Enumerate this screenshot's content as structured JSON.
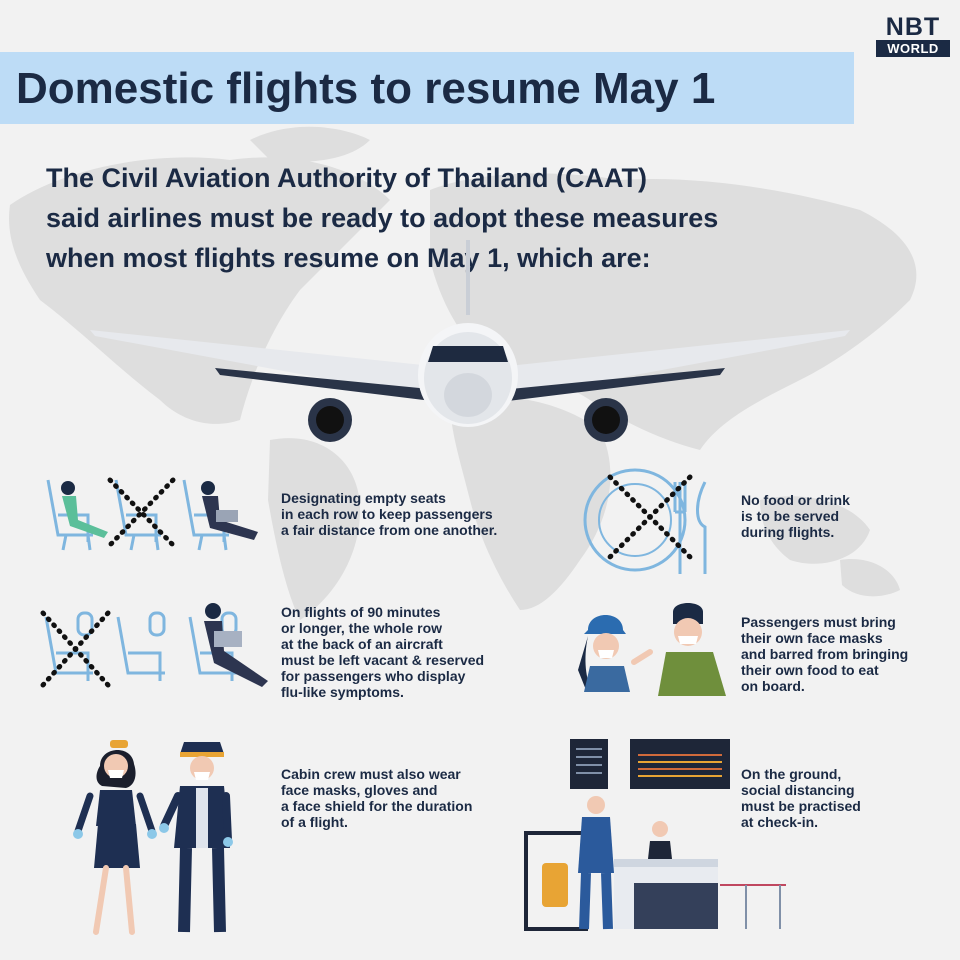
{
  "logo": {
    "top": "NBT",
    "bottom": "WORLD"
  },
  "title": "Domestic flights to resume May 1",
  "intro_lines": [
    "The Civil Aviation Authority of Thailand (CAAT)",
    "said airlines must be ready to adopt these measures",
    "when most flights resume on May 1, which are:"
  ],
  "measures": [
    {
      "id": "empty-seats",
      "icon": "seats-crossed-icon",
      "lines": [
        "Designating empty seats",
        "in each row to keep passengers",
        "a fair distance from one another."
      ]
    },
    {
      "id": "no-food",
      "icon": "plate-fork-crossed-icon",
      "lines": [
        "No food or drink",
        "is to be served",
        "during flights."
      ]
    },
    {
      "id": "back-row",
      "icon": "back-row-seats-icon",
      "lines": [
        "On flights of 90 minutes",
        "or longer, the whole row",
        "at the back of an aircraft",
        "must be left vacant & reserved",
        "for passengers who display",
        "flu-like symptoms."
      ]
    },
    {
      "id": "face-masks",
      "icon": "masked-passengers-icon",
      "lines": [
        "Passengers must bring",
        "their own face masks",
        "and barred from bringing",
        "their own food to eat",
        "on board."
      ]
    },
    {
      "id": "cabin-crew",
      "icon": "cabin-crew-icon",
      "lines": [
        "Cabin crew must also wear",
        "face masks, gloves and",
        "a face shield for the duration",
        "of a flight."
      ]
    },
    {
      "id": "check-in",
      "icon": "check-in-counter-icon",
      "lines": [
        "On the ground,",
        "social distancing",
        "must be practised",
        "at check-in."
      ]
    }
  ],
  "colors": {
    "navy": "#1b2a44",
    "title_bar": "#bddcf6",
    "background": "#f2f2f2",
    "seat_blue": "#7fb6df",
    "map_gray": "#dedede"
  }
}
